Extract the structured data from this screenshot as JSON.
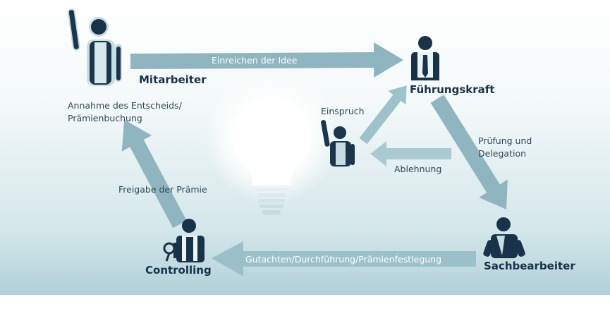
{
  "roles": {
    "mitarbeiter": "Mitarbeiter",
    "fuehrungskraft": "Führungskraft",
    "sachbearbeiter": "Sachbearbeiter",
    "controlling": "Controlling"
  },
  "flows": {
    "einreichen": "Einreichen der Idee",
    "pruefung_line1": "Prüfung und",
    "pruefung_line2": "Delegation",
    "gutachten": "Gutachten/Durchführung/Prämienfestlegung",
    "freigabe": "Freigabe der Prämie",
    "annahme_line1": "Annahme des Entscheids/",
    "annahme_line2": "Prämienbuchung",
    "einspruch": "Einspruch",
    "ablehnung": "Ablehnung"
  },
  "colors": {
    "arrow": "#8fb7c0",
    "figure": "#163147",
    "figure_light": "#c7dde3",
    "background_top": "#ffffff",
    "background_bottom": "#9dc6d0"
  },
  "icons": [
    "idea-lightbulb-icon",
    "person-icon"
  ]
}
